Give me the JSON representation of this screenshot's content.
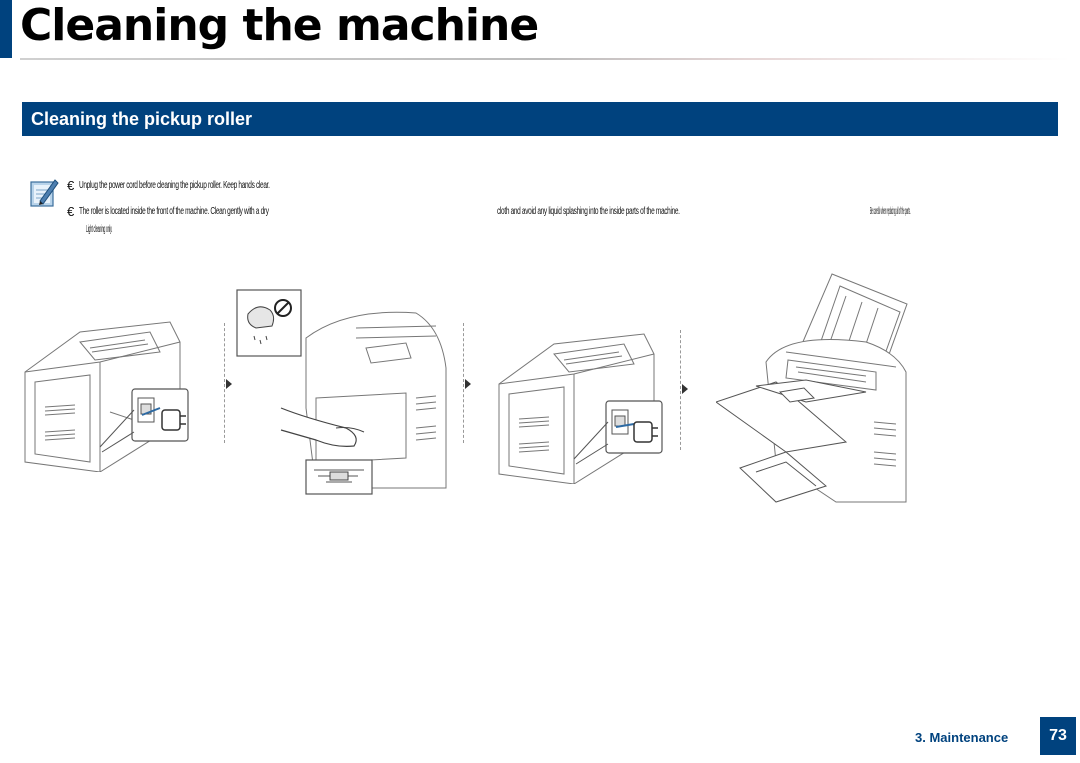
{
  "page": {
    "title": "Cleaning the machine",
    "section_title": "Cleaning the pickup roller",
    "accent_color": "#00427e"
  },
  "notes": {
    "icon": "note-pencil-icon",
    "bullet": "€",
    "line1": "Unplug the power cord before cleaning the pickup roller. Keep hands clear.",
    "line2a": "The roller is located inside the front of the machine. Clean gently with a dry",
    "line2b": "cloth and avoid any liquid splashing into the inside parts of the machine.",
    "line2c": "Be careful when replacing all of the parts.",
    "line2d": "Light cleaning only."
  },
  "steps": [
    {
      "icon": "printer-unplug-illustration"
    },
    {
      "icon": "printer-clean-roller-illustration"
    },
    {
      "icon": "printer-plug-in-illustration"
    },
    {
      "icon": "printer-trays-open-illustration"
    }
  ],
  "footer": {
    "chapter": "3.  Maintenance",
    "page_number": "73"
  }
}
